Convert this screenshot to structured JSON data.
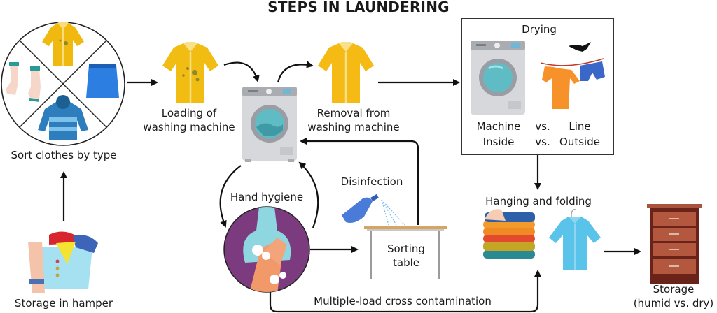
{
  "title": "STEPS IN LAUNDERING",
  "steps": {
    "sort": "Sort clothes by type",
    "loading_line1": "Loading of",
    "loading_line2": "washing machine",
    "removal_line1": "Removal from",
    "removal_line2": "washing machine",
    "hamper": "Storage in hamper",
    "hand_hygiene": "Hand hygiene",
    "disinfection": "Disinfection",
    "sorting_line1": "Sorting",
    "sorting_line2": "table",
    "cross_contamination": "Multiple-load cross contamination",
    "hanging": "Hanging and folding",
    "storage_line1": "Storage",
    "storage_line2": "(humid vs. dry)"
  },
  "drying": {
    "title": "Drying",
    "row1": [
      "Machine",
      "vs.",
      "Line"
    ],
    "row2": [
      "Inside",
      "vs.",
      "Outside"
    ]
  },
  "colors": {
    "shirt_yellow": "#f5c518",
    "machine_gray": "#d5d7da",
    "drum_teal": "#5fbcc4",
    "hygiene_purple": "#7b3b7e",
    "dresser_brown": "#a9533f",
    "arrow": "#111111"
  }
}
